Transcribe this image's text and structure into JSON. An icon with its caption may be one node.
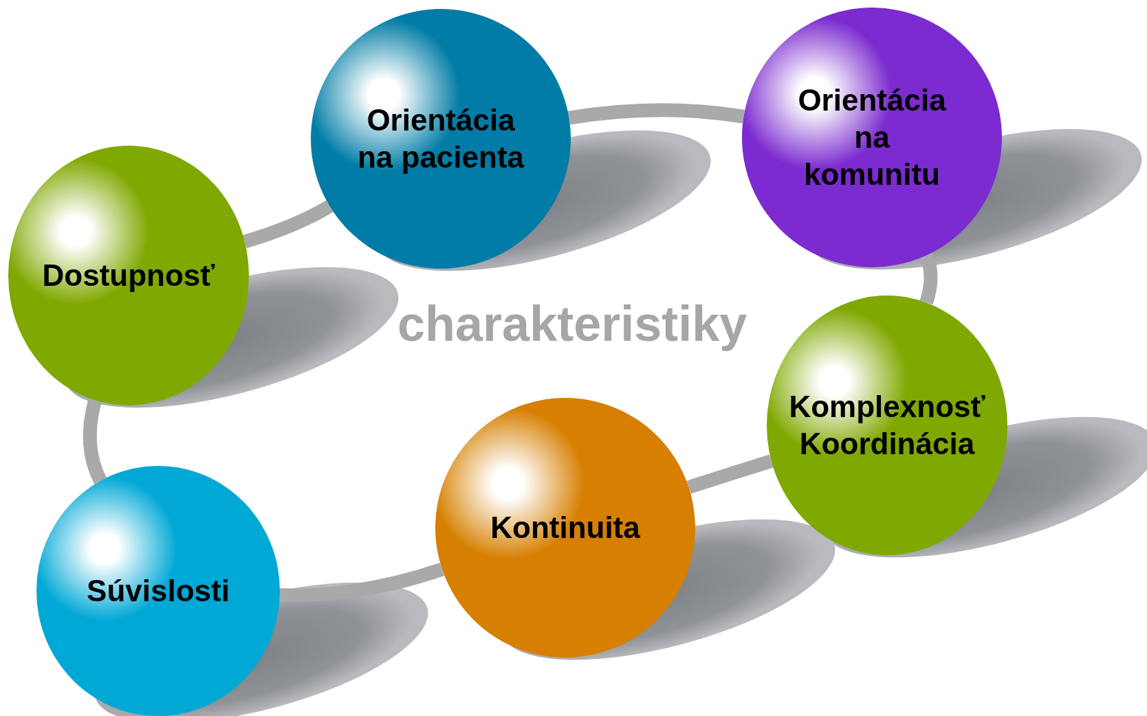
{
  "diagram": {
    "nodes": [
      {
        "text": [
          "Dostupnosť"
        ]
      },
      {
        "text": [
          "Orientácia na pacienta"
        ]
      },
      {
        "text": [
          "Orientácia na komunitu"
        ]
      },
      {
        "text": [
          "Komplexnosť",
          "Koordinácia"
        ]
      },
      {
        "text": [
          "Kontinuita"
        ]
      },
      {
        "text": [
          "Súvislosti"
        ]
      }
    ],
    "edges": [
      {
        "from": 0,
        "to": 1,
        "arrow": "none"
      },
      {
        "from": 1,
        "to": 2,
        "arrow": "none"
      },
      {
        "from": 2,
        "to": 3,
        "arrow": "none"
      },
      {
        "from": 3,
        "to": 4,
        "arrow": "none"
      },
      {
        "from": 4,
        "to": 5,
        "arrow": "none"
      },
      {
        "from": 5,
        "to": 0,
        "arrow": "none"
      }
    ],
    "labels": [
      "charakteristiky"
    ]
  }
}
